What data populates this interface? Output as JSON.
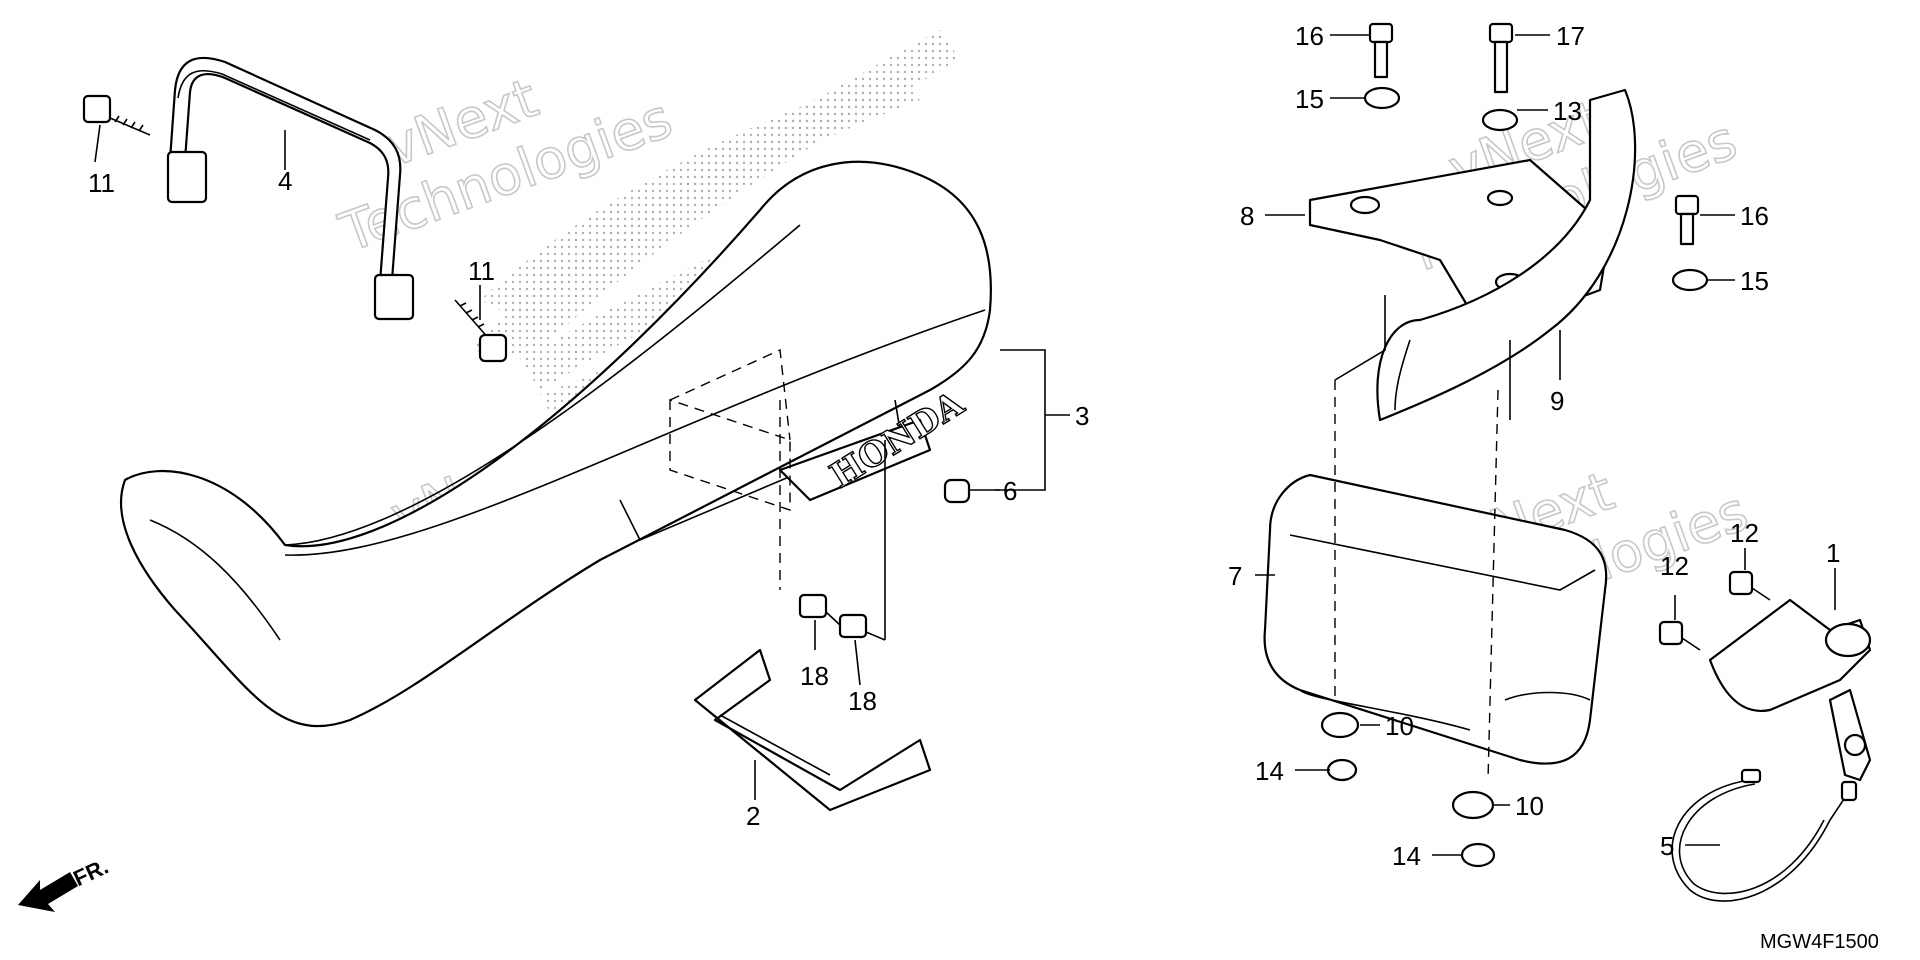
{
  "diagram_code": "MGW4F1500",
  "direction_label": "FR.",
  "watermark": {
    "line1": "vNext",
    "line2": "Technologies"
  },
  "seat_logo_text": "HONDA",
  "callouts": {
    "c1": "1",
    "c2": "2",
    "c3": "3",
    "c4": "4",
    "c5": "5",
    "c6": "6",
    "c7": "7",
    "c8": "8",
    "c9": "9",
    "c10a": "10",
    "c10b": "10",
    "c11a": "11",
    "c11b": "11",
    "c12a": "12",
    "c12b": "12",
    "c13": "13",
    "c14a": "14",
    "c14b": "14",
    "c15a": "15",
    "c15b": "15",
    "c16a": "16",
    "c16b": "16",
    "c17": "17",
    "c18a": "18",
    "c18b": "18"
  }
}
